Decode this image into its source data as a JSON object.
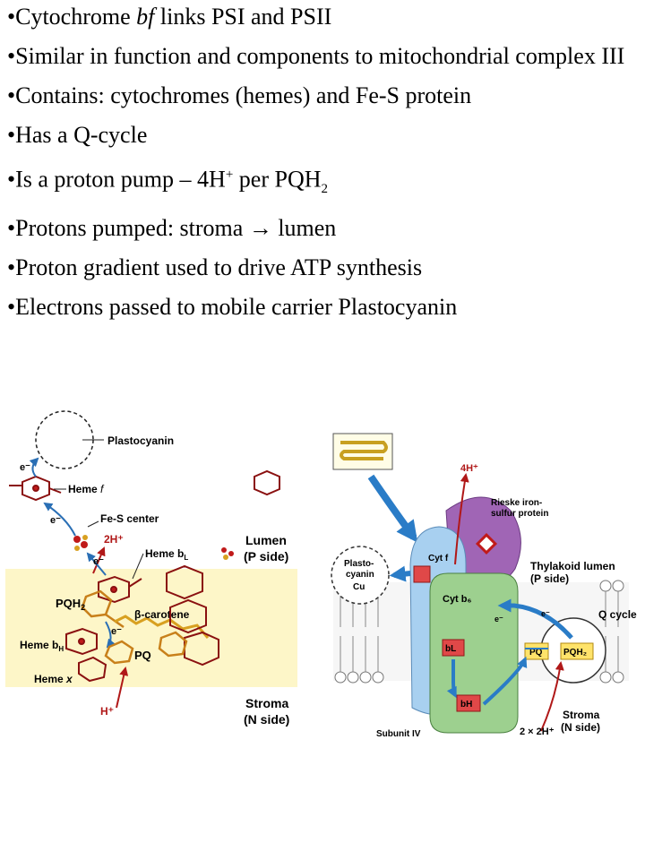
{
  "bullets": {
    "b1_pre": "•Cytochrome ",
    "b1_ital": "bf",
    "b1_post": " links PSI and PSII",
    "b2": "•Similar in function and components to mitochondrial complex III",
    "b3": "•Contains: cytochromes (hemes) and Fe-S protein",
    "b4": "•Has a Q-cycle",
    "b5_pre": "•Is a proton pump  – 4H",
    "b5_sup": "+",
    "b5_mid": " per PQH",
    "b5_sub": "2",
    "b6": "•Protons pumped:    stroma    →   lumen",
    "b7": "•Proton gradient used to drive ATP synthesis",
    "b8": "•Electrons passed to mobile carrier Plastocyanin"
  },
  "left_fig": {
    "plastocyanin": "Plastocyanin",
    "heme_f": "Heme",
    "heme_f_ital": "f",
    "e": "e⁻",
    "fes": "Fe-S center",
    "twoH": "2H⁺",
    "heme_bl": "Heme b",
    "heme_bl_sub": "L",
    "pqh2": "PQH",
    "pqh2_sub": "2",
    "carotene": "β-carotene",
    "heme_bh": "Heme b",
    "heme_bh_sub": "H",
    "pq": "PQ",
    "heme_x": "Heme",
    "heme_x_ital": "x",
    "hplus": "H⁺",
    "lumen": "Lumen",
    "p_side": "(P side)",
    "stroma": "Stroma",
    "n_side": "(N side)"
  },
  "right_fig": {
    "fourH": "4H⁺",
    "rieske1": "Rieske iron-",
    "rieske2": "sulfur protein",
    "plasto1": "Plasto-",
    "plasto2": "cyanin",
    "plasto3": "Cu",
    "cytf": "Cyt f",
    "thyl1": "Thylakoid lumen",
    "thyl2": "(P side)",
    "cytb6": "Cyt b₆",
    "qcycle": "Q cycle",
    "e1": "e⁻",
    "e2": "e⁻",
    "bl": "bL",
    "bh": "bH",
    "pq": "PQ",
    "pqh2": "PQH₂",
    "stroma": "Stroma",
    "n_side": "(N side)",
    "subunit": "Subunit IV",
    "twoxtwoH": "2 × 2H⁺"
  }
}
